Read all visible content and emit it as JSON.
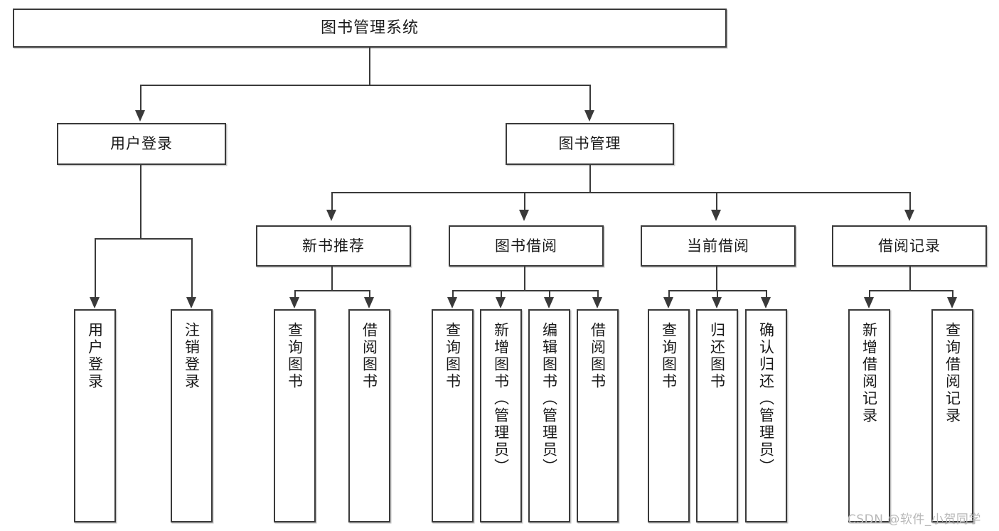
{
  "diagram": {
    "title": "图书管理系统",
    "type": "tree-hierarchy-chart",
    "orientation": "top-down",
    "colors": {
      "box_border": "#3a3a3a",
      "box_fill": "#ffffff",
      "connector": "#3a3a3a",
      "background": "#ffffff",
      "watermark": "#b8b8b8"
    },
    "root": {
      "label": "图书管理系统"
    },
    "level2": [
      {
        "id": "user-login",
        "label": "用户登录"
      },
      {
        "id": "book-management",
        "label": "图书管理"
      }
    ],
    "level3": [
      {
        "id": "new-book-recommend",
        "label": "新书推荐",
        "parent": "book-management"
      },
      {
        "id": "book-borrow",
        "label": "图书借阅",
        "parent": "book-management"
      },
      {
        "id": "current-borrow",
        "label": "当前借阅",
        "parent": "book-management"
      },
      {
        "id": "borrow-record",
        "label": "借阅记录",
        "parent": "book-management"
      }
    ],
    "leaves": {
      "user_login": [
        {
          "id": "leaf-user-login",
          "label": "用户登录"
        },
        {
          "id": "leaf-user-logout",
          "label": "注销登录"
        }
      ],
      "new_book_recommend": [
        {
          "id": "leaf-query-book-1",
          "label": "查询图书"
        },
        {
          "id": "leaf-borrow-book-1",
          "label": "借阅图书"
        }
      ],
      "book_borrow": [
        {
          "id": "leaf-query-book-2",
          "label": "查询图书"
        },
        {
          "id": "leaf-add-book",
          "label": "新增图书（管理员）"
        },
        {
          "id": "leaf-edit-book",
          "label": "编辑图书（管理员）"
        },
        {
          "id": "leaf-borrow-book-2",
          "label": "借阅图书"
        }
      ],
      "current_borrow": [
        {
          "id": "leaf-query-book-3",
          "label": "查询图书"
        },
        {
          "id": "leaf-return-book",
          "label": "归还图书"
        },
        {
          "id": "leaf-confirm-return",
          "label": "确认归还（管理员）"
        }
      ],
      "borrow_record": [
        {
          "id": "leaf-add-record",
          "label": "新增借阅记录"
        },
        {
          "id": "leaf-query-record",
          "label": "查询借阅记录"
        }
      ]
    },
    "watermark": "CSDN @软件_小贺同学"
  }
}
